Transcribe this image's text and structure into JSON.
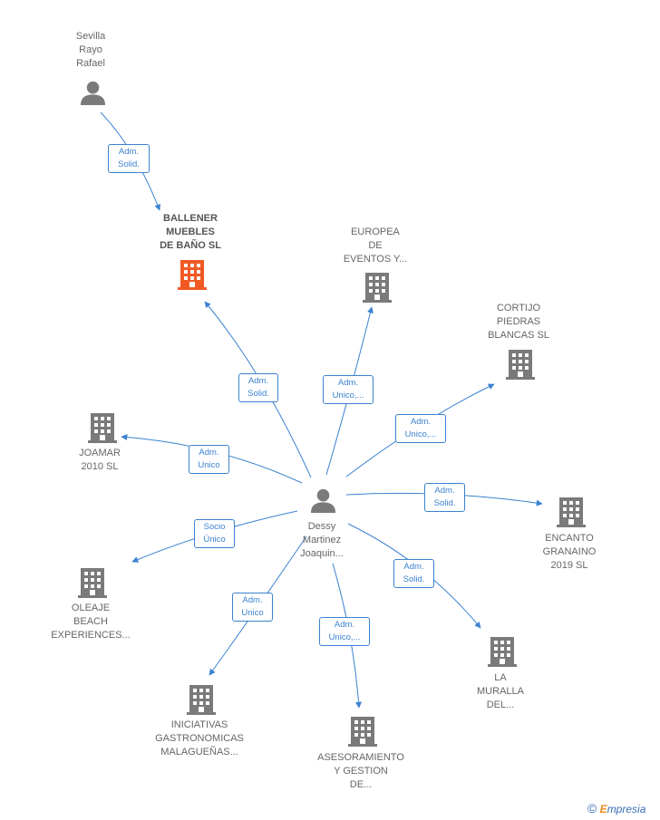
{
  "colors": {
    "edge": "#3b82d0",
    "node_gray": "#7a7a7a",
    "node_main": "#f15a24"
  },
  "nodes": {
    "sevilla": {
      "lines": [
        "Sevilla",
        "Rayo",
        "Rafael"
      ],
      "icon": "person-icon"
    },
    "ballener": {
      "lines": [
        "BALLENER",
        "MUEBLES",
        "DE BAÑO  SL"
      ],
      "icon": "building-icon"
    },
    "europea": {
      "lines": [
        "EUROPEA",
        "DE",
        "EVENTOS Y..."
      ],
      "icon": "building-icon"
    },
    "cortijo": {
      "lines": [
        "CORTIJO",
        "PIEDRAS",
        "BLANCAS  SL"
      ],
      "icon": "building-icon"
    },
    "joamar": {
      "lines": [
        "JOAMAR",
        "2010 SL"
      ],
      "icon": "building-icon"
    },
    "dessy": {
      "lines": [
        "Dessy",
        "Martinez",
        "Joaquin..."
      ],
      "icon": "person-icon"
    },
    "encanto": {
      "lines": [
        "ENCANTO",
        "GRANAINO",
        "2019  SL"
      ],
      "icon": "building-icon"
    },
    "oleaje": {
      "lines": [
        "OLEAJE",
        "BEACH",
        "EXPERIENCES..."
      ],
      "icon": "building-icon"
    },
    "muralla": {
      "lines": [
        "LA",
        "MURALLA",
        "DEL..."
      ],
      "icon": "building-icon"
    },
    "iniciativas": {
      "lines": [
        "INICIATIVAS",
        "GASTRONOMICAS",
        "MALAGUEÑAS..."
      ],
      "icon": "building-icon"
    },
    "asesoramiento": {
      "lines": [
        "ASESORAMIENTO",
        "Y GESTION",
        "DE..."
      ],
      "icon": "building-icon"
    }
  },
  "edges": {
    "sevilla_ballener": [
      "Adm.",
      "Solid."
    ],
    "dessy_ballener": [
      "Adm.",
      "Solid."
    ],
    "dessy_europea": [
      "Adm.",
      "Unico,..."
    ],
    "dessy_cortijo": [
      "Adm.",
      "Unico,..."
    ],
    "dessy_joamar": [
      "Adm.",
      "Unico"
    ],
    "dessy_encanto": [
      "Adm.",
      "Solid."
    ],
    "dessy_oleaje": [
      "Socio",
      "Único"
    ],
    "dessy_muralla": [
      "Adm.",
      "Solid."
    ],
    "dessy_iniciativas": [
      "Adm.",
      "Unico"
    ],
    "dessy_asesoramiento": [
      "Adm.",
      "Unico,..."
    ]
  },
  "footer": {
    "copyright": "©",
    "brand_initial": "E",
    "brand_rest": "mpresia"
  }
}
